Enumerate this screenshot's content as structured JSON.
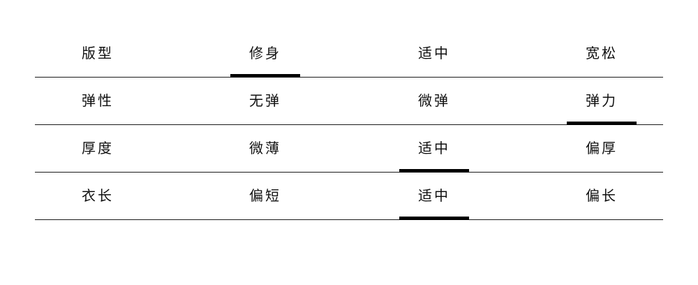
{
  "size_chart": {
    "rows": [
      {
        "label": "版型",
        "options": [
          "修身",
          "适中",
          "宽松"
        ],
        "selected": 0
      },
      {
        "label": "弹性",
        "options": [
          "无弹",
          "微弹",
          "弹力"
        ],
        "selected": 2
      },
      {
        "label": "厚度",
        "options": [
          "微薄",
          "适中",
          "偏厚"
        ],
        "selected": 1
      },
      {
        "label": "衣长",
        "options": [
          "偏短",
          "适中",
          "偏长"
        ],
        "selected": 1
      }
    ]
  }
}
